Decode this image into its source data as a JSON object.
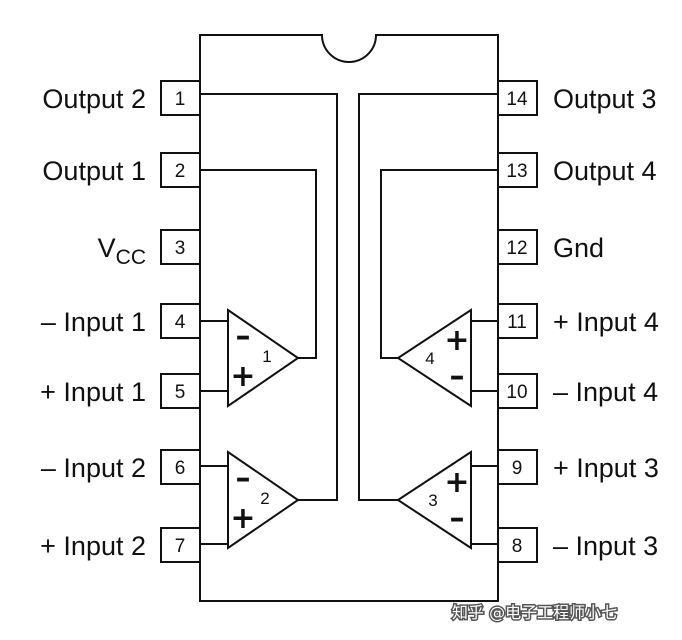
{
  "diagram": {
    "pins_left": [
      {
        "number": "1",
        "label": "Output 2"
      },
      {
        "number": "2",
        "label": "Output 1"
      },
      {
        "number": "3",
        "label": "V",
        "label_sub": "CC"
      },
      {
        "number": "4",
        "label": "– Input 1"
      },
      {
        "number": "5",
        "label": "+ Input 1"
      },
      {
        "number": "6",
        "label": "– Input 2"
      },
      {
        "number": "7",
        "label": "+ Input 2"
      }
    ],
    "pins_right": [
      {
        "number": "14",
        "label": "Output 3"
      },
      {
        "number": "13",
        "label": "Output 4"
      },
      {
        "number": "12",
        "label": "Gnd"
      },
      {
        "number": "11",
        "label": "+ Input 4"
      },
      {
        "number": "10",
        "label": "– Input 4"
      },
      {
        "number": "9",
        "label": "+ Input 3"
      },
      {
        "number": "8",
        "label": "– Input 3"
      }
    ],
    "amplifiers": [
      {
        "number": "1",
        "top_sign": "–",
        "bottom_sign": "+"
      },
      {
        "number": "2",
        "top_sign": "–",
        "bottom_sign": "+"
      },
      {
        "number": "4",
        "top_sign": "+",
        "bottom_sign": "–"
      },
      {
        "number": "3",
        "top_sign": "+",
        "bottom_sign": "–"
      }
    ]
  },
  "watermark": {
    "text": "知乎 @电子工程师小七"
  }
}
